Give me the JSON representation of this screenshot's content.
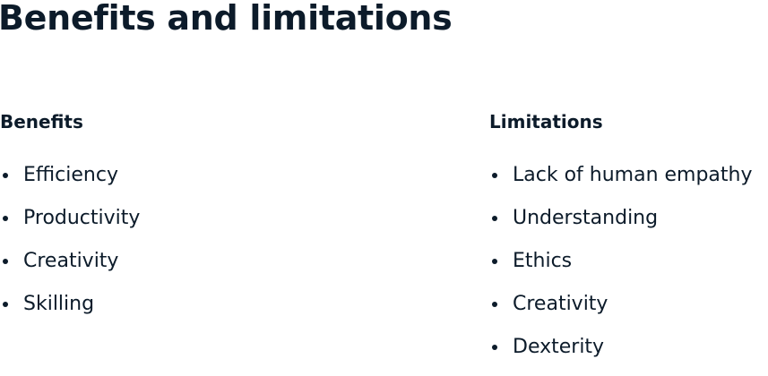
{
  "page": {
    "title": "Benefits and limitations"
  },
  "benefits": {
    "heading": "Benefits",
    "items": [
      "Efficiency",
      "Productivity",
      "Creativity",
      "Skilling"
    ]
  },
  "limitations": {
    "heading": "Limitations",
    "items": [
      "Lack of human empathy",
      "Understanding",
      "Ethics",
      "Creativity",
      "Dexterity"
    ]
  },
  "icons": {
    "bullet": "bullet-dot-icon"
  }
}
